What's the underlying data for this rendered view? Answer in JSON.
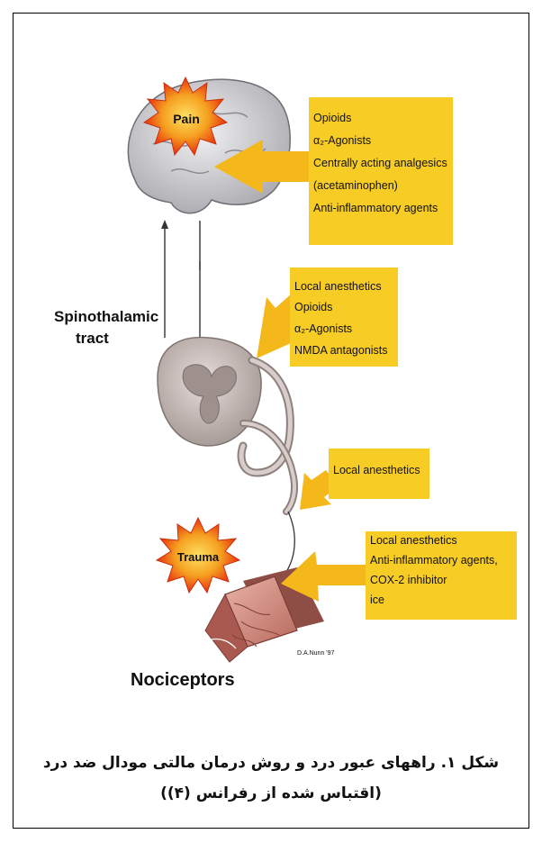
{
  "labels": {
    "pain": "Pain",
    "trauma": "Trauma",
    "spinothalamic_1": "Spinothalamic",
    "spinothalamic_2": "tract",
    "nociceptors": "Nociceptors",
    "artist_signature": "D.A.Nunn '97"
  },
  "boxes": {
    "brain": [
      "Opioids",
      "α₂-Agonists",
      "Centrally acting analgesics",
      "(acetaminophen)",
      "Anti-inflammatory agents"
    ],
    "spinal": [
      "Local anesthetics",
      "Opioids",
      "α₂-Agonists",
      "NMDA antagonists"
    ],
    "nerve": [
      "Local anesthetics"
    ],
    "periphery": [
      "Local anesthetics",
      "Anti-inflammatory agents,",
      "COX-2 inhibitor",
      "ice"
    ]
  },
  "caption": {
    "line1": "شکل ۱. راههای عبور درد و روش درمان مالتی مودال ضد درد",
    "line2": "(اقتباس شده از رفرانس (۴))"
  },
  "colors": {
    "box": "#f7cc24",
    "arrow": "#f4b81a",
    "brain": "#d9d9dc",
    "cord": "#cfc4c1",
    "skin": "#d99a8e",
    "burst_outer": "#e8330f",
    "burst_inner": "#f6c02a"
  }
}
